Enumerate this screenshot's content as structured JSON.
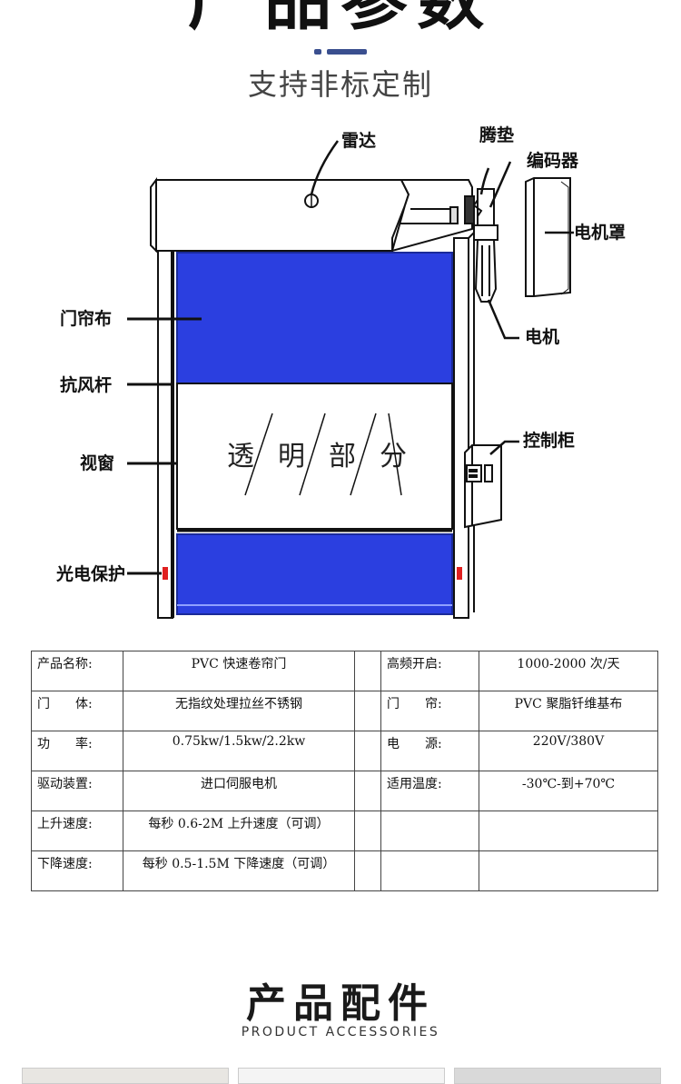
{
  "header": {
    "title": "产品参数",
    "subtitle": "支持非标定制",
    "accent_color": "#3a4f8f"
  },
  "diagram": {
    "labels": {
      "radar": "雷达",
      "pad": "腾垫",
      "encoder": "编码器",
      "motor_cover": "电机罩",
      "curtain": "门帘布",
      "wind_bar": "抗风杆",
      "motor": "电机",
      "window": "视窗",
      "control_box": "控制柜",
      "photo_protect": "光电保护"
    },
    "window_text": [
      "透",
      "明",
      "部",
      "分"
    ],
    "curtain_color": "#2b3fe0"
  },
  "specs": {
    "rows": [
      {
        "l1": "产品名称:",
        "v1": "PVC 快速卷帘门",
        "l2": "高频开启:",
        "v2": "1000-2000 次/天"
      },
      {
        "l1": "门　　体:",
        "v1": "无指纹处理拉丝不锈钢",
        "l2": "门　　帘:",
        "v2": "PVC 聚脂钎维基布"
      },
      {
        "l1": "功　　率:",
        "v1": "0.75kw/1.5kw/2.2kw",
        "l2": "电　　源:",
        "v2": "220V/380V"
      },
      {
        "l1": "驱动装置:",
        "v1": "进口伺服电机",
        "l2": "适用温度:",
        "v2": "-30℃-到+70℃"
      },
      {
        "l1": "上升速度:",
        "v1": "每秒 0.6-2M 上升速度（可调）",
        "l2": "",
        "v2": ""
      },
      {
        "l1": "下降速度:",
        "v1": "每秒 0.5-1.5M 下降速度（可调）",
        "l2": "",
        "v2": ""
      }
    ]
  },
  "accessories": {
    "title": "产品配件",
    "subtitle": "PRODUCT ACCESSORIES"
  }
}
